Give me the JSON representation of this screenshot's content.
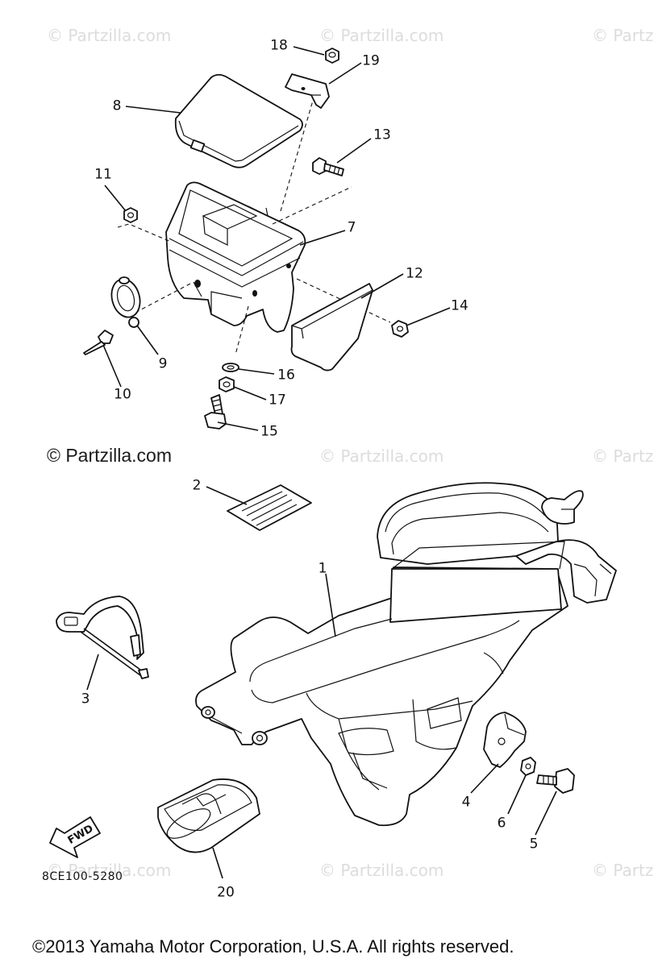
{
  "watermarks": {
    "faint": "© Partzilla.com",
    "faint_clipped": "© Partz",
    "dark": "© Partzilla.com"
  },
  "callouts": [
    {
      "id": "1",
      "label": "1"
    },
    {
      "id": "2",
      "label": "2"
    },
    {
      "id": "3",
      "label": "3"
    },
    {
      "id": "4",
      "label": "4"
    },
    {
      "id": "5",
      "label": "5"
    },
    {
      "id": "6",
      "label": "6"
    },
    {
      "id": "7",
      "label": "7"
    },
    {
      "id": "8",
      "label": "8"
    },
    {
      "id": "9",
      "label": "9"
    },
    {
      "id": "10",
      "label": "10"
    },
    {
      "id": "11",
      "label": "11"
    },
    {
      "id": "12",
      "label": "12"
    },
    {
      "id": "13",
      "label": "13"
    },
    {
      "id": "14",
      "label": "14"
    },
    {
      "id": "15",
      "label": "15"
    },
    {
      "id": "16",
      "label": "16"
    },
    {
      "id": "17",
      "label": "17"
    },
    {
      "id": "18",
      "label": "18"
    },
    {
      "id": "19",
      "label": "19"
    },
    {
      "id": "20",
      "label": "20"
    }
  ],
  "fwd_label": "FWD",
  "part_code": "8CE100-5280",
  "copyright": "©2013 Yamaha Motor Corporation, U.S.A. All rights reserved."
}
